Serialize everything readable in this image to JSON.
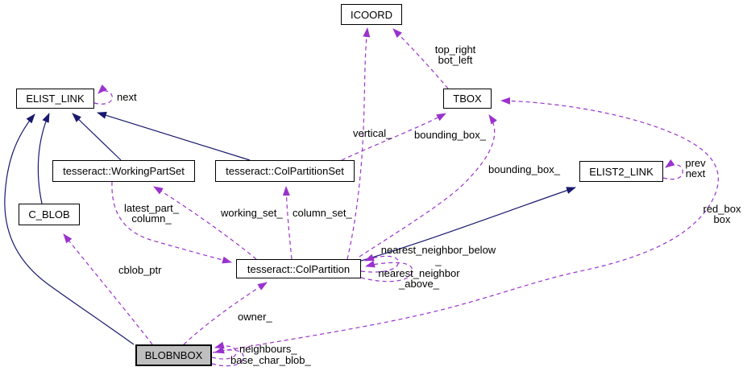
{
  "diagram": {
    "type": "collaboration-graph",
    "nodes": [
      {
        "id": "icoord",
        "label": "ICOORD",
        "highlighted": false
      },
      {
        "id": "elist-link",
        "label": "ELIST_LINK",
        "highlighted": false
      },
      {
        "id": "tbox",
        "label": "TBOX",
        "highlighted": false
      },
      {
        "id": "working-part-set",
        "label": "tesseract::WorkingPartSet",
        "highlighted": false
      },
      {
        "id": "col-partition-set",
        "label": "tesseract::ColPartitionSet",
        "highlighted": false
      },
      {
        "id": "elist2-link",
        "label": "ELIST2_LINK",
        "highlighted": false
      },
      {
        "id": "c-blob",
        "label": "C_BLOB",
        "highlighted": false
      },
      {
        "id": "col-partition",
        "label": "tesseract::ColPartition",
        "highlighted": false
      },
      {
        "id": "blobnbox",
        "label": "BLOBNBOX",
        "highlighted": true
      }
    ],
    "edge_labels": {
      "next_elist": "next",
      "top_right": "top_right",
      "bot_left": "bot_left",
      "vertical": "vertical_",
      "bounding_box_upper": "bounding_box_",
      "bounding_box_lower": "bounding_box_",
      "prev": "prev",
      "next_elist2": "next",
      "red_box": "red_box",
      "box": "box",
      "latest_part": "latest_part_",
      "column": "column_",
      "working_set": "working_set_",
      "column_set": "column_set_",
      "nn_below_line1": "nearest_neighbor_below",
      "nn_below_line2": "_",
      "nn_above_line1": "nearest_neighbor",
      "nn_above_line2": "_above_",
      "owner": "owner_",
      "neighbours": "neighbours_",
      "base_char_blob": "base_char_blob_",
      "cblob_ptr": "cblob_ptr"
    },
    "colors": {
      "inheritance_edge": "#191970",
      "usage_edge": "#9a32cd",
      "node_fill": "#ffffff",
      "highlight_node_fill": "#bfbfbf",
      "node_border": "#000000",
      "label_text": "#000000",
      "background": "#ffffff"
    }
  }
}
